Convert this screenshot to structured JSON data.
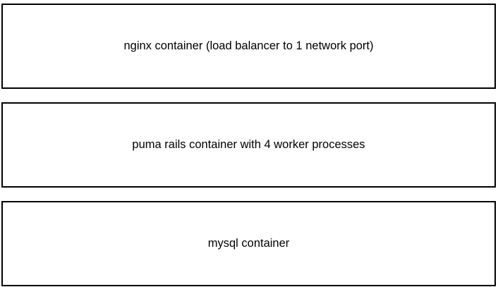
{
  "diagram": {
    "boxes": [
      {
        "label": "nginx container (load balancer to 1 network port)"
      },
      {
        "label": "puma rails container with 4 worker processes"
      },
      {
        "label": "mysql container"
      }
    ],
    "colors": {
      "border": "#000000",
      "background": "#ffffff",
      "text": "#000000"
    }
  }
}
